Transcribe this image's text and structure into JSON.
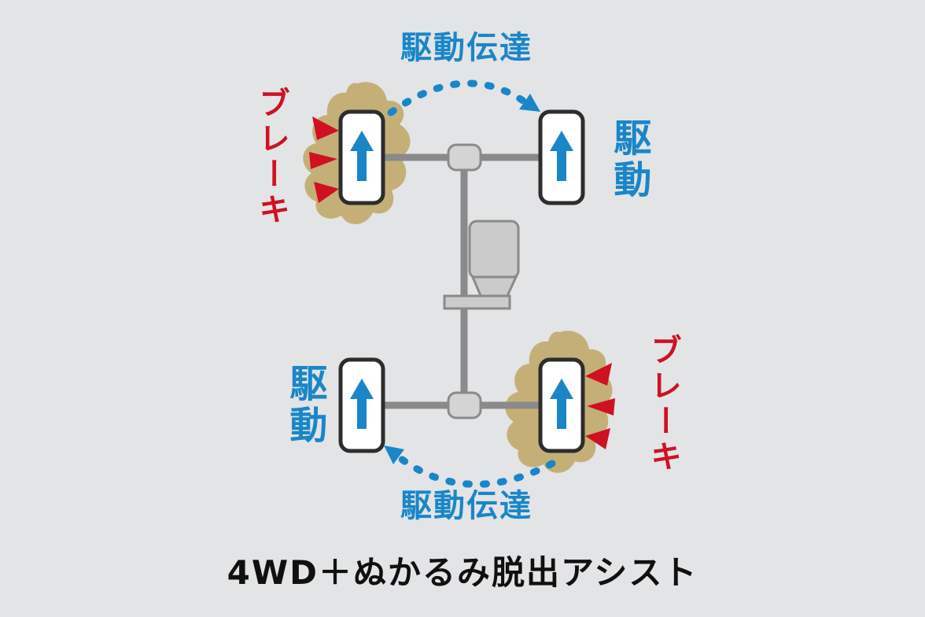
{
  "diagram": {
    "title": "4WD＋ぬかるみ脱出アシスト",
    "front": {
      "transfer_label": "駆動伝達",
      "left_wheel_label": "ブレーキ",
      "right_wheel_label": "駆動"
    },
    "rear": {
      "transfer_label": "駆動伝達",
      "left_wheel_label": "駆動",
      "right_wheel_label": "ブレーキ"
    }
  },
  "colors": {
    "background": "#e3e4e6",
    "drive_blue": "#1a86c8",
    "brake_red": "#cf1122",
    "mud_tan": "#c4b077",
    "wheel_outline": "#2d2d2d",
    "drivetrain_gray": "#8a8a8a",
    "title_black": "#101010"
  }
}
